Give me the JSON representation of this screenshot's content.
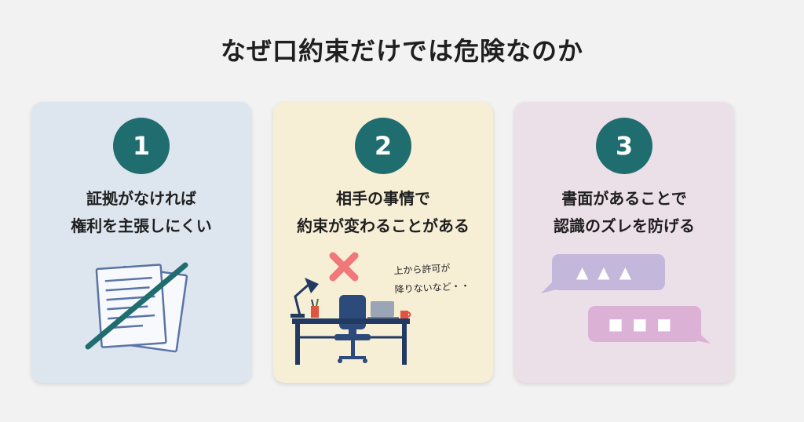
{
  "title": "なぜ口約束だけでは危険なのか",
  "colors": {
    "background": "#f2f2f2",
    "badge": "#1f6d6f",
    "card_1": "#dde5ef",
    "card_2": "#f6eed5",
    "card_3": "#ebdfe8",
    "cross": "#f0777a",
    "bubble_upper": "#c3b8dc",
    "bubble_lower": "#dcb1d6"
  },
  "cards": [
    {
      "number": "1",
      "lines": [
        "証拠がなければ",
        "権利を主張しにくい"
      ],
      "icon": "crossed-out-document-icon"
    },
    {
      "number": "2",
      "lines": [
        "相手の事情で",
        "約束が変わることがある"
      ],
      "icon": "empty-desk-icon",
      "note": [
        "上から許可が",
        "降りないなど・・"
      ]
    },
    {
      "number": "3",
      "lines": [
        "書面があることで",
        "認識のズレを防げる"
      ],
      "icon": "speech-bubbles-icon",
      "bubbles": [
        "▲▲▲",
        "■■■"
      ]
    }
  ]
}
